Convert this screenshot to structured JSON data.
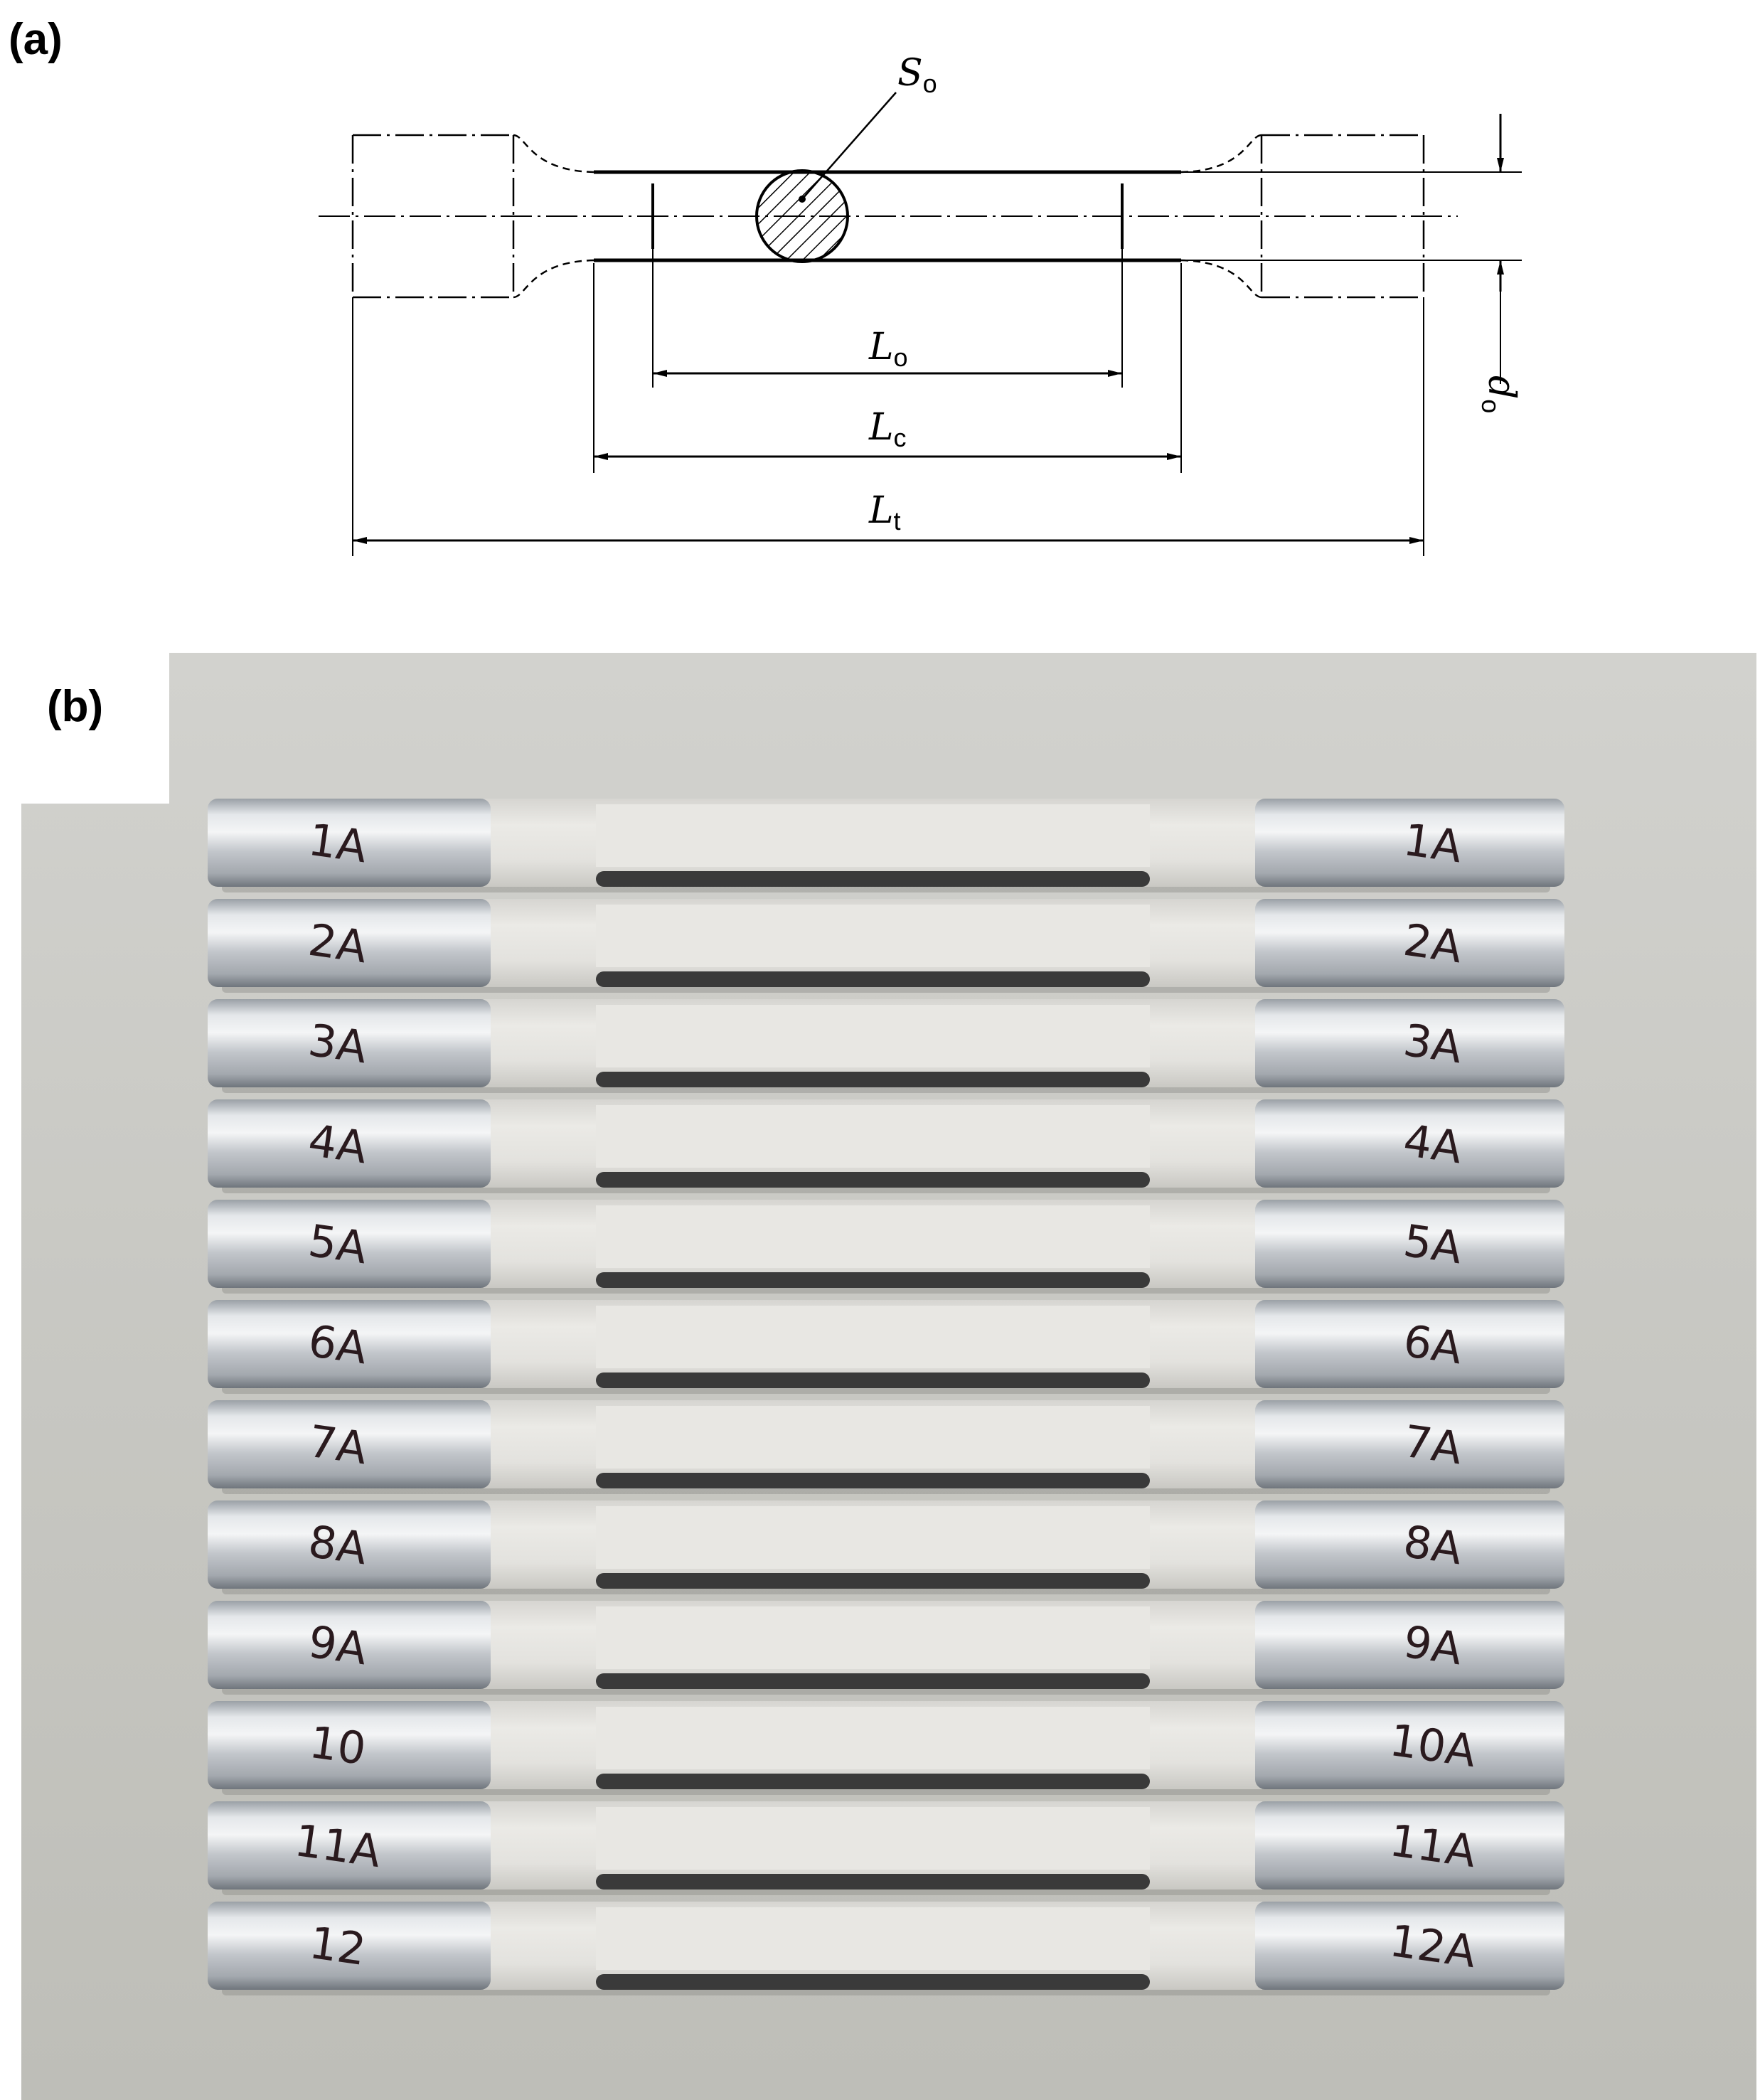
{
  "panels": {
    "a_label": "(a)",
    "b_label": "(b)"
  },
  "drawing": {
    "labels": {
      "So_main": "S",
      "So_sub": "o",
      "Lo_main": "L",
      "Lo_sub": "o",
      "Lc_main": "L",
      "Lc_sub": "c",
      "Lt_main": "L",
      "Lt_sub": "t",
      "do_main": "d",
      "do_sub": "o"
    }
  },
  "specimens": [
    {
      "left_mark": "1A",
      "right_mark": "1A"
    },
    {
      "left_mark": "2A",
      "right_mark": "2A"
    },
    {
      "left_mark": "3A",
      "right_mark": "3A"
    },
    {
      "left_mark": "4A",
      "right_mark": "4A"
    },
    {
      "left_mark": "5A",
      "right_mark": "5A"
    },
    {
      "left_mark": "6A",
      "right_mark": "6A"
    },
    {
      "left_mark": "7A",
      "right_mark": "7A"
    },
    {
      "left_mark": "8A",
      "right_mark": "8A"
    },
    {
      "left_mark": "9A",
      "right_mark": "9A"
    },
    {
      "left_mark": "10",
      "right_mark": "10A"
    },
    {
      "left_mark": "11A",
      "right_mark": "11A"
    },
    {
      "left_mark": "12",
      "right_mark": "12A"
    }
  ],
  "colors": {
    "metal_light": "#e9ebee",
    "metal_dark": "#8f959c",
    "coating": "#e6e5e1",
    "gap": "#3a3a3a",
    "line": "#000000"
  }
}
